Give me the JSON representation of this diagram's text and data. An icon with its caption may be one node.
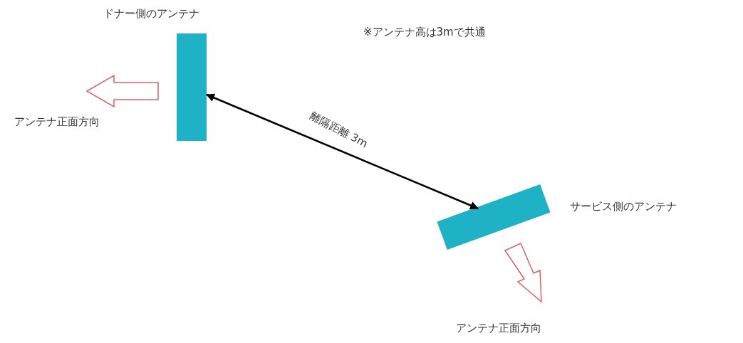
{
  "diagram": {
    "nodes": [
      {
        "text": [
          "ドナー側のアンテナ"
        ]
      },
      {
        "text": [
          "サービス側のアンテナ"
        ]
      }
    ],
    "edges": [
      {
        "from": 0,
        "to": 1,
        "arrow": "both",
        "label": "離隔距離 3m"
      }
    ],
    "labels": [
      "※アンテナ高は3mで共通",
      "アンテナ正面方向",
      "アンテナ正面方向"
    ]
  }
}
